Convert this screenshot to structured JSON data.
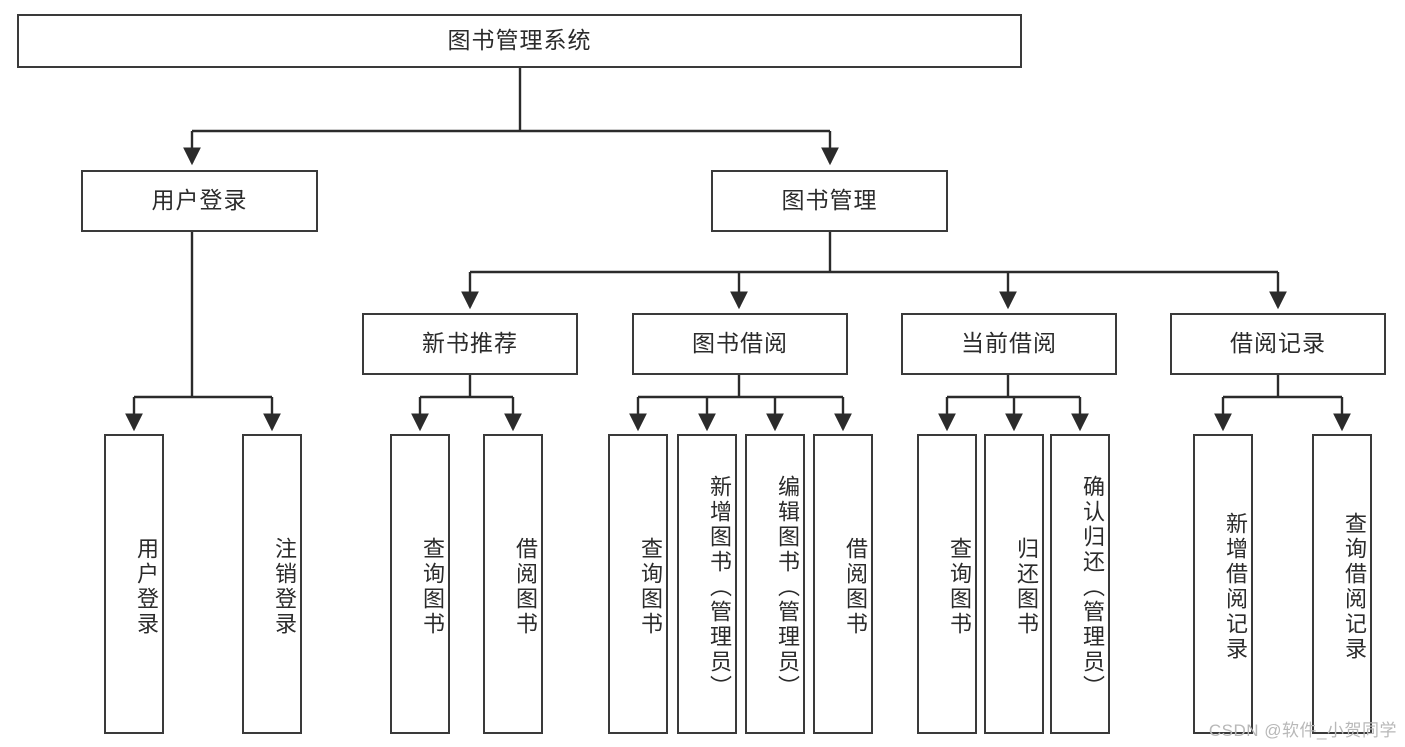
{
  "diagram": {
    "title": "图书管理系统",
    "type": "hierarchy-tree",
    "watermark": "CSDN @软件_小贺同学",
    "colors": {
      "stroke": "#2b2b2b",
      "node_border": "#3a3a3a",
      "node_fill": "#ffffff",
      "background": "#ffffff",
      "watermark": "#b8b8b8"
    },
    "levels": {
      "level0": [
        {
          "id": "root",
          "label": "图书管理系统",
          "orientation": "horizontal"
        }
      ],
      "level1": [
        {
          "id": "user-login",
          "label": "用户登录",
          "orientation": "horizontal"
        },
        {
          "id": "book-manage",
          "label": "图书管理",
          "orientation": "horizontal"
        }
      ],
      "level2": [
        {
          "id": "new-book-rec",
          "label": "新书推荐",
          "orientation": "horizontal"
        },
        {
          "id": "book-borrow",
          "label": "图书借阅",
          "orientation": "horizontal"
        },
        {
          "id": "current-borrow",
          "label": "当前借阅",
          "orientation": "horizontal"
        },
        {
          "id": "borrow-record",
          "label": "借阅记录",
          "orientation": "horizontal"
        }
      ],
      "level3": [
        {
          "id": "leaf-user-login",
          "label": "用户登录",
          "orientation": "vertical",
          "parent": "user-login"
        },
        {
          "id": "leaf-logout",
          "label": "注销登录",
          "orientation": "vertical",
          "parent": "user-login"
        },
        {
          "id": "leaf-query-book-1",
          "label": "查询图书",
          "orientation": "vertical",
          "parent": "new-book-rec"
        },
        {
          "id": "leaf-borrow-book-1",
          "label": "借阅图书",
          "orientation": "vertical",
          "parent": "new-book-rec"
        },
        {
          "id": "leaf-query-book-2",
          "label": "查询图书",
          "orientation": "vertical",
          "parent": "book-borrow"
        },
        {
          "id": "leaf-add-book",
          "label": "新增图书（管理员）",
          "orientation": "vertical",
          "parent": "book-borrow"
        },
        {
          "id": "leaf-edit-book",
          "label": "编辑图书（管理员）",
          "orientation": "vertical",
          "parent": "book-borrow"
        },
        {
          "id": "leaf-borrow-book-2",
          "label": "借阅图书",
          "orientation": "vertical",
          "parent": "book-borrow"
        },
        {
          "id": "leaf-query-book-3",
          "label": "查询图书",
          "orientation": "vertical",
          "parent": "current-borrow"
        },
        {
          "id": "leaf-return-book",
          "label": "归还图书",
          "orientation": "vertical",
          "parent": "current-borrow"
        },
        {
          "id": "leaf-confirm-return",
          "label": "确认归还（管理员）",
          "orientation": "vertical",
          "parent": "current-borrow"
        },
        {
          "id": "leaf-add-record",
          "label": "新增借阅记录",
          "orientation": "vertical",
          "parent": "borrow-record"
        },
        {
          "id": "leaf-query-record",
          "label": "查询借阅记录",
          "orientation": "vertical",
          "parent": "borrow-record"
        }
      ]
    }
  }
}
